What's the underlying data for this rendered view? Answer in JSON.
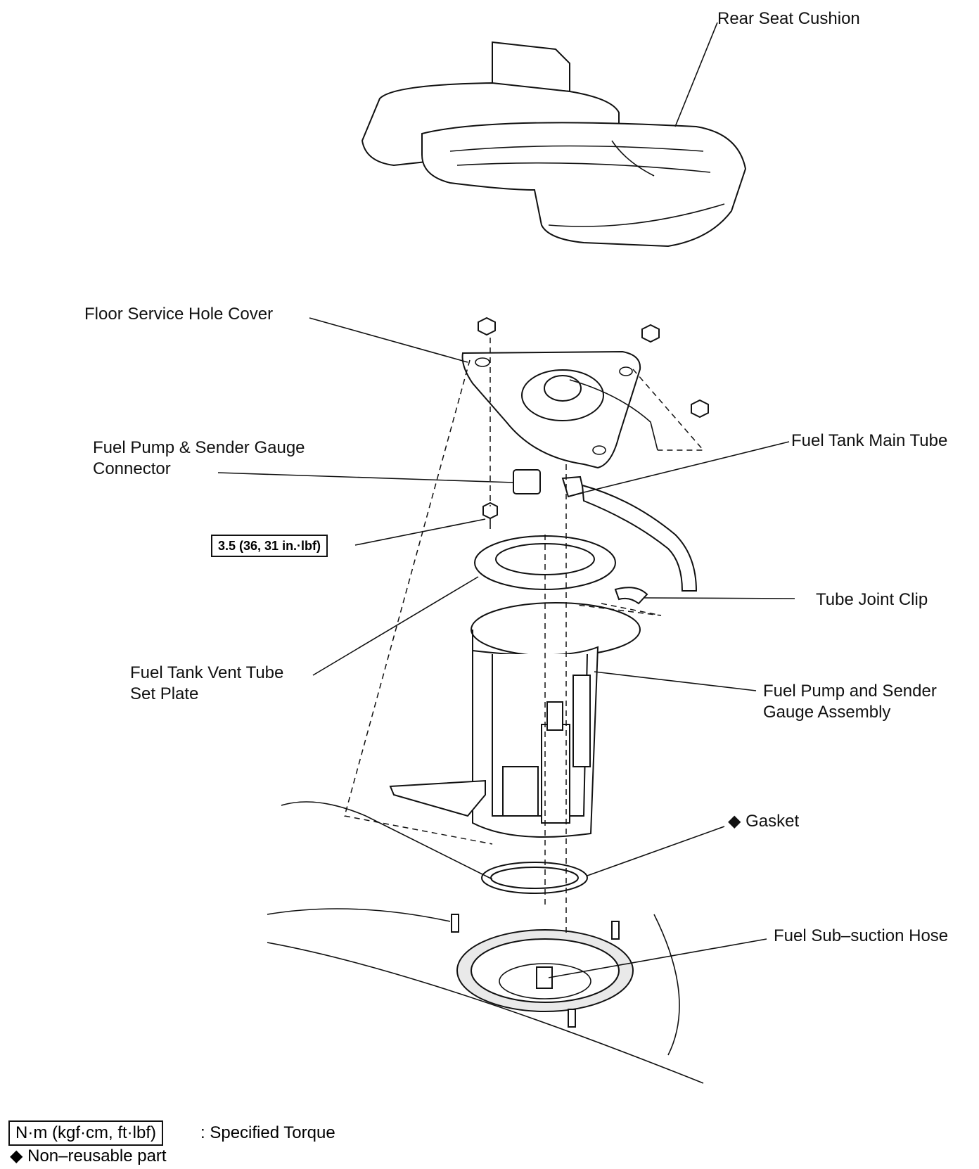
{
  "labels": {
    "rear_seat_cushion": "Rear Seat Cushion",
    "floor_service_hole_cover": "Floor Service Hole Cover",
    "connector_line1": "Fuel Pump & Sender Gauge",
    "connector_line2": "Connector",
    "fuel_tank_main_tube": "Fuel Tank Main Tube",
    "tube_joint_clip": "Tube Joint Clip",
    "vent_tube_line1": "Fuel Tank Vent Tube",
    "vent_tube_line2": "Set Plate",
    "pump_assembly_line1": "Fuel Pump and Sender",
    "pump_assembly_line2": "Gauge Assembly",
    "gasket": "◆ Gasket",
    "fuel_sub_suction_hose": "Fuel Sub–suction Hose"
  },
  "torque": "3.5 (36, 31 in.·lbf)",
  "legend": {
    "torque_unit": "N·m (kgf·cm, ft·lbf)",
    "torque_desc": ": Specified Torque",
    "non_reusable": "◆ Non–reusable part"
  }
}
